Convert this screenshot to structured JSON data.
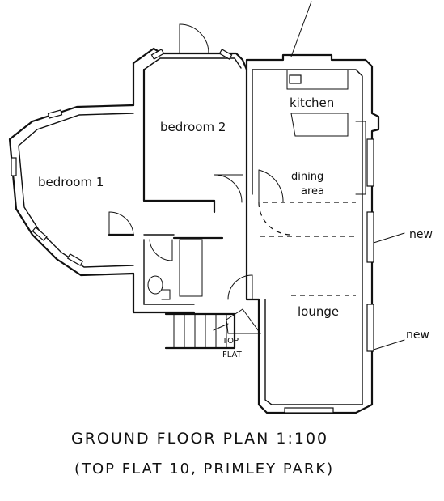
{
  "rooms": {
    "bedroom1": "bedroom 1",
    "bedroom2": "bedroom 2",
    "kitchen": "kitchen",
    "dining_line1": "dining",
    "dining_line2": "area",
    "lounge": "lounge",
    "top_flat_line1": "TOP",
    "top_flat_line2": "FLAT"
  },
  "annotations": {
    "new_upper": "new",
    "new_lower": "new"
  },
  "caption": {
    "line1": "GROUND FLOOR PLAN 1:100",
    "line2": "(TOP FLAT 10, PRIMLEY PARK)"
  }
}
